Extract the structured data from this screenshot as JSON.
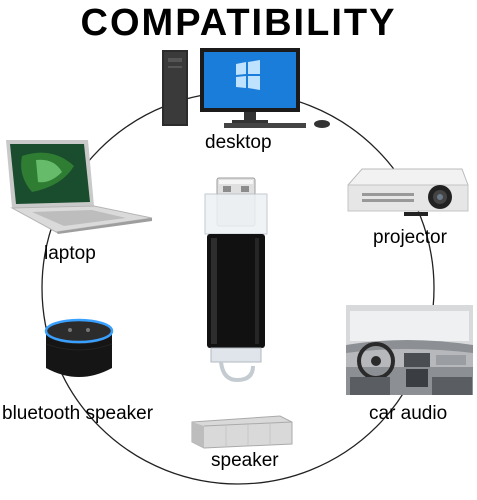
{
  "header": {
    "title": "COMPATIBILITY"
  },
  "devices": {
    "desktop": {
      "label": "desktop",
      "icon": "desktop-computer-icon"
    },
    "projector": {
      "label": "projector",
      "icon": "projector-icon"
    },
    "car_audio": {
      "label": "car audio",
      "icon": "car-interior-icon"
    },
    "speaker": {
      "label": "speaker",
      "icon": "speaker-icon"
    },
    "bluetooth_speaker": {
      "label": "bluetooth speaker",
      "icon": "smart-speaker-icon"
    },
    "laptop": {
      "label": "laptop",
      "icon": "laptop-icon"
    }
  },
  "product": {
    "icon": "usb-flash-drive-icon",
    "color": "#111111"
  }
}
